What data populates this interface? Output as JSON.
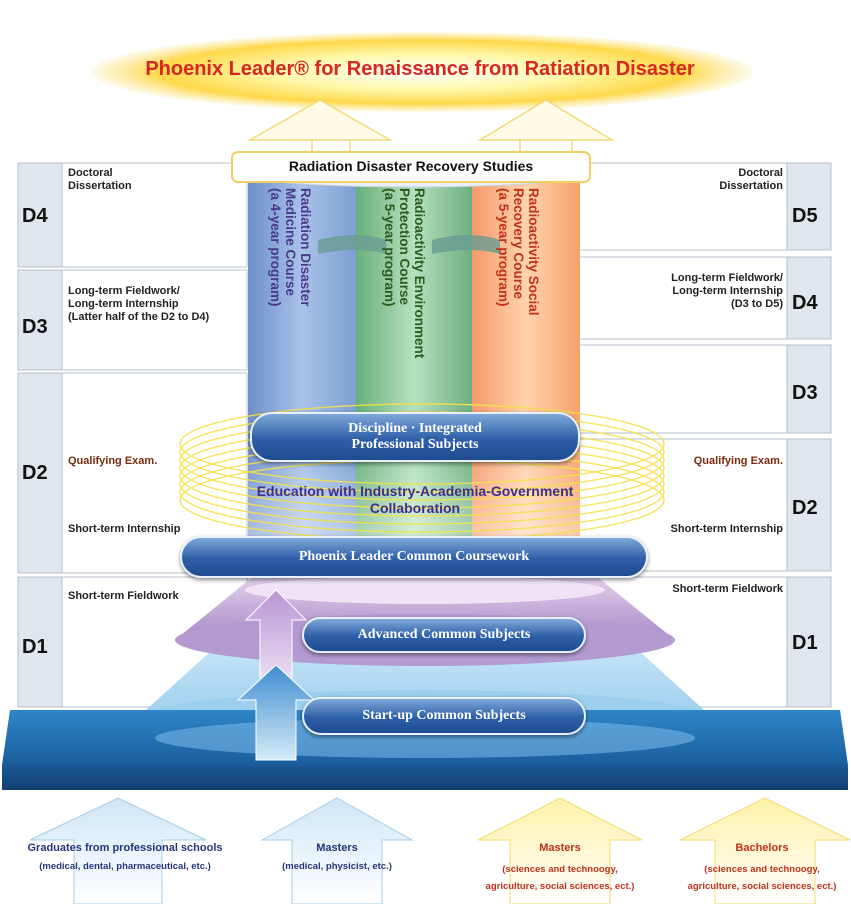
{
  "title": "Phoenix Leader® for Renaissance from Ratiation Disaster",
  "column_header": "Radiation Disaster Recovery Studies",
  "courses": [
    {
      "line1": "Radiation Disaster",
      "line2": "Medicine Course",
      "line3": "(a 4-year program)",
      "color": "#4a3a8a"
    },
    {
      "line1": "Radioactivity Environment",
      "line2": "Protection Course",
      "line3": "(a 5-year program)",
      "color": "#2e5a20"
    },
    {
      "line1": "Radioactivity Social",
      "line2": "Recovery Course",
      "line3": "(a 5-year program)",
      "color": "#c0321a"
    }
  ],
  "left_track": {
    "levels": [
      "D4",
      "D3",
      "D2",
      "D1"
    ],
    "doctoral": "Doctoral\nDissertation",
    "fieldwork": "Long-term Fieldwork/\nLong-term Internship\n(Latter half of the D2 to D4)",
    "qualifying": "Qualifying Exam.",
    "internship": "Short-term Internship",
    "short_fieldwork": "Short-term Fieldwork"
  },
  "right_track": {
    "levels": [
      "D5",
      "D4",
      "D3",
      "D2",
      "D1"
    ],
    "doctoral": "Doctoral\nDissertation",
    "fieldwork": "Long-term Fieldwork/\nLong-term Internship\n(D3 to D5)",
    "qualifying": "Qualifying Exam.",
    "internship": "Short-term Internship",
    "short_fieldwork": "Short-term Fieldwork"
  },
  "pills": {
    "discipline": "Discipline · Integrated\nProfessional Subjects",
    "common": "Phoenix Leader Common Coursework",
    "advanced": "Advanced Common Subjects",
    "startup": "Start-up Common Subjects"
  },
  "collaboration": "Education with Industry-Academia-Government\nCollaboration",
  "entrants": [
    {
      "title": "Graduates from professional schools",
      "sub": "(medical, dental, pharmaceutical, etc.)",
      "title_color": "#24357a",
      "sub_color": "#24357a"
    },
    {
      "title": "Masters",
      "sub": "(medical, physicist, etc.)",
      "title_color": "#24357a",
      "sub_color": "#24357a"
    },
    {
      "title": "Masters",
      "sub": "(sciences and technoogy,\nagriculture, social sciences, ect.)",
      "title_color": "#c0321a",
      "sub_color": "#c0321a"
    },
    {
      "title": "Bachelors",
      "sub": "(sciences and technoogy,\nagriculture, social sciences, ect.)",
      "title_color": "#c0321a",
      "sub_color": "#c0321a"
    }
  ]
}
